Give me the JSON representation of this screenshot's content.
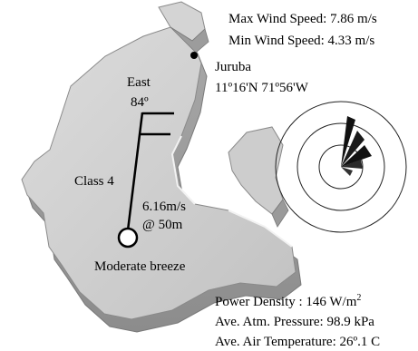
{
  "wind": {
    "max_speed": "Max Wind Speed: 7.86 m/s",
    "min_speed": "Min Wind Speed: 4.33 m/s"
  },
  "location": {
    "name": "Juruba",
    "coordinates": "11º16'N 71º56'W"
  },
  "direction": {
    "label": "East",
    "degrees": "84º"
  },
  "wind_class": "Class 4",
  "speed": {
    "value": "6.16m/s",
    "height": "@ 50m"
  },
  "beaufort": "Moderate breeze",
  "stats": {
    "power_density_prefix": "Power Density : 146 W/m",
    "power_density_exp": "2",
    "pressure": "Ave. Atm. Pressure: 98.9 kPa",
    "temperature": "Ave. Air Temperature: 26º.1 C"
  },
  "colors": {
    "land_top": "#c8c8c8",
    "land_side": "#9a9a9a",
    "rose_fill": "#1a1a1a"
  }
}
